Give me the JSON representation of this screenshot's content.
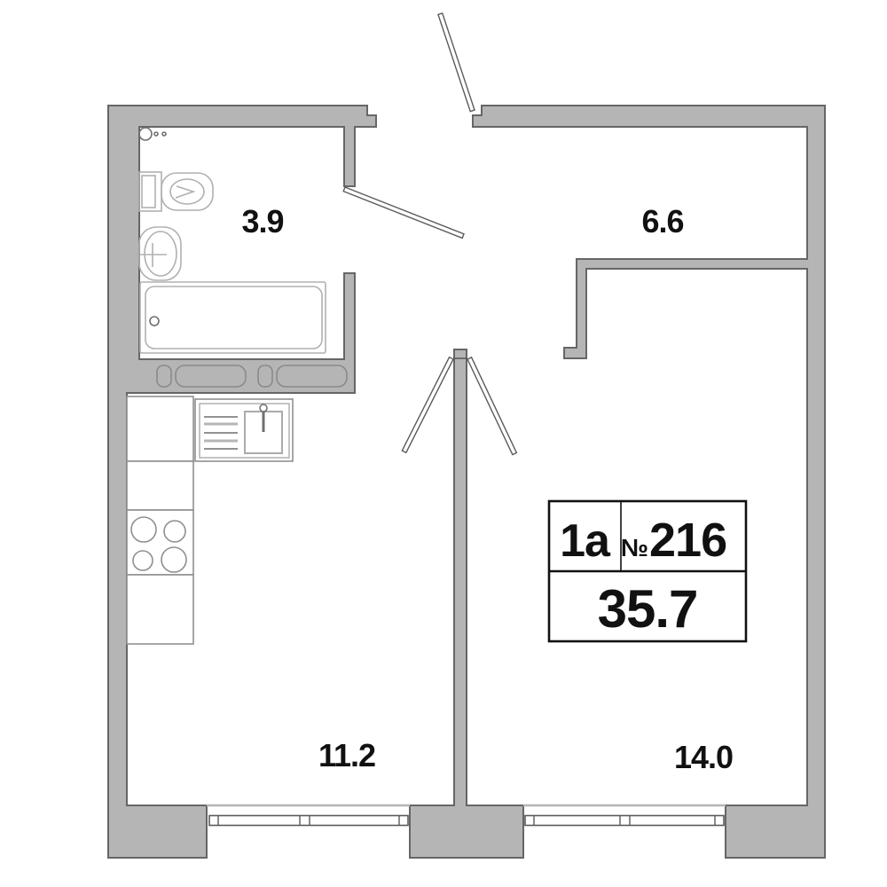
{
  "plan": {
    "flat_type": "1a",
    "number_sign": "№",
    "flat_number": "216",
    "total_area": "35.7",
    "rooms": [
      {
        "id": "bathroom",
        "area": "3.9"
      },
      {
        "id": "hallway",
        "area": "6.6"
      },
      {
        "id": "kitchen",
        "area": "11.2"
      },
      {
        "id": "living-room",
        "area": "14.0"
      }
    ]
  },
  "colors": {
    "wall_fill": "#b5b5b5",
    "wall_outline": "#666666",
    "fixture_line": "#b0b0b0",
    "kitchen_line": "#8f8f8f",
    "window_line": "#5a5a5a",
    "text": "#111111",
    "background": "#ffffff"
  }
}
